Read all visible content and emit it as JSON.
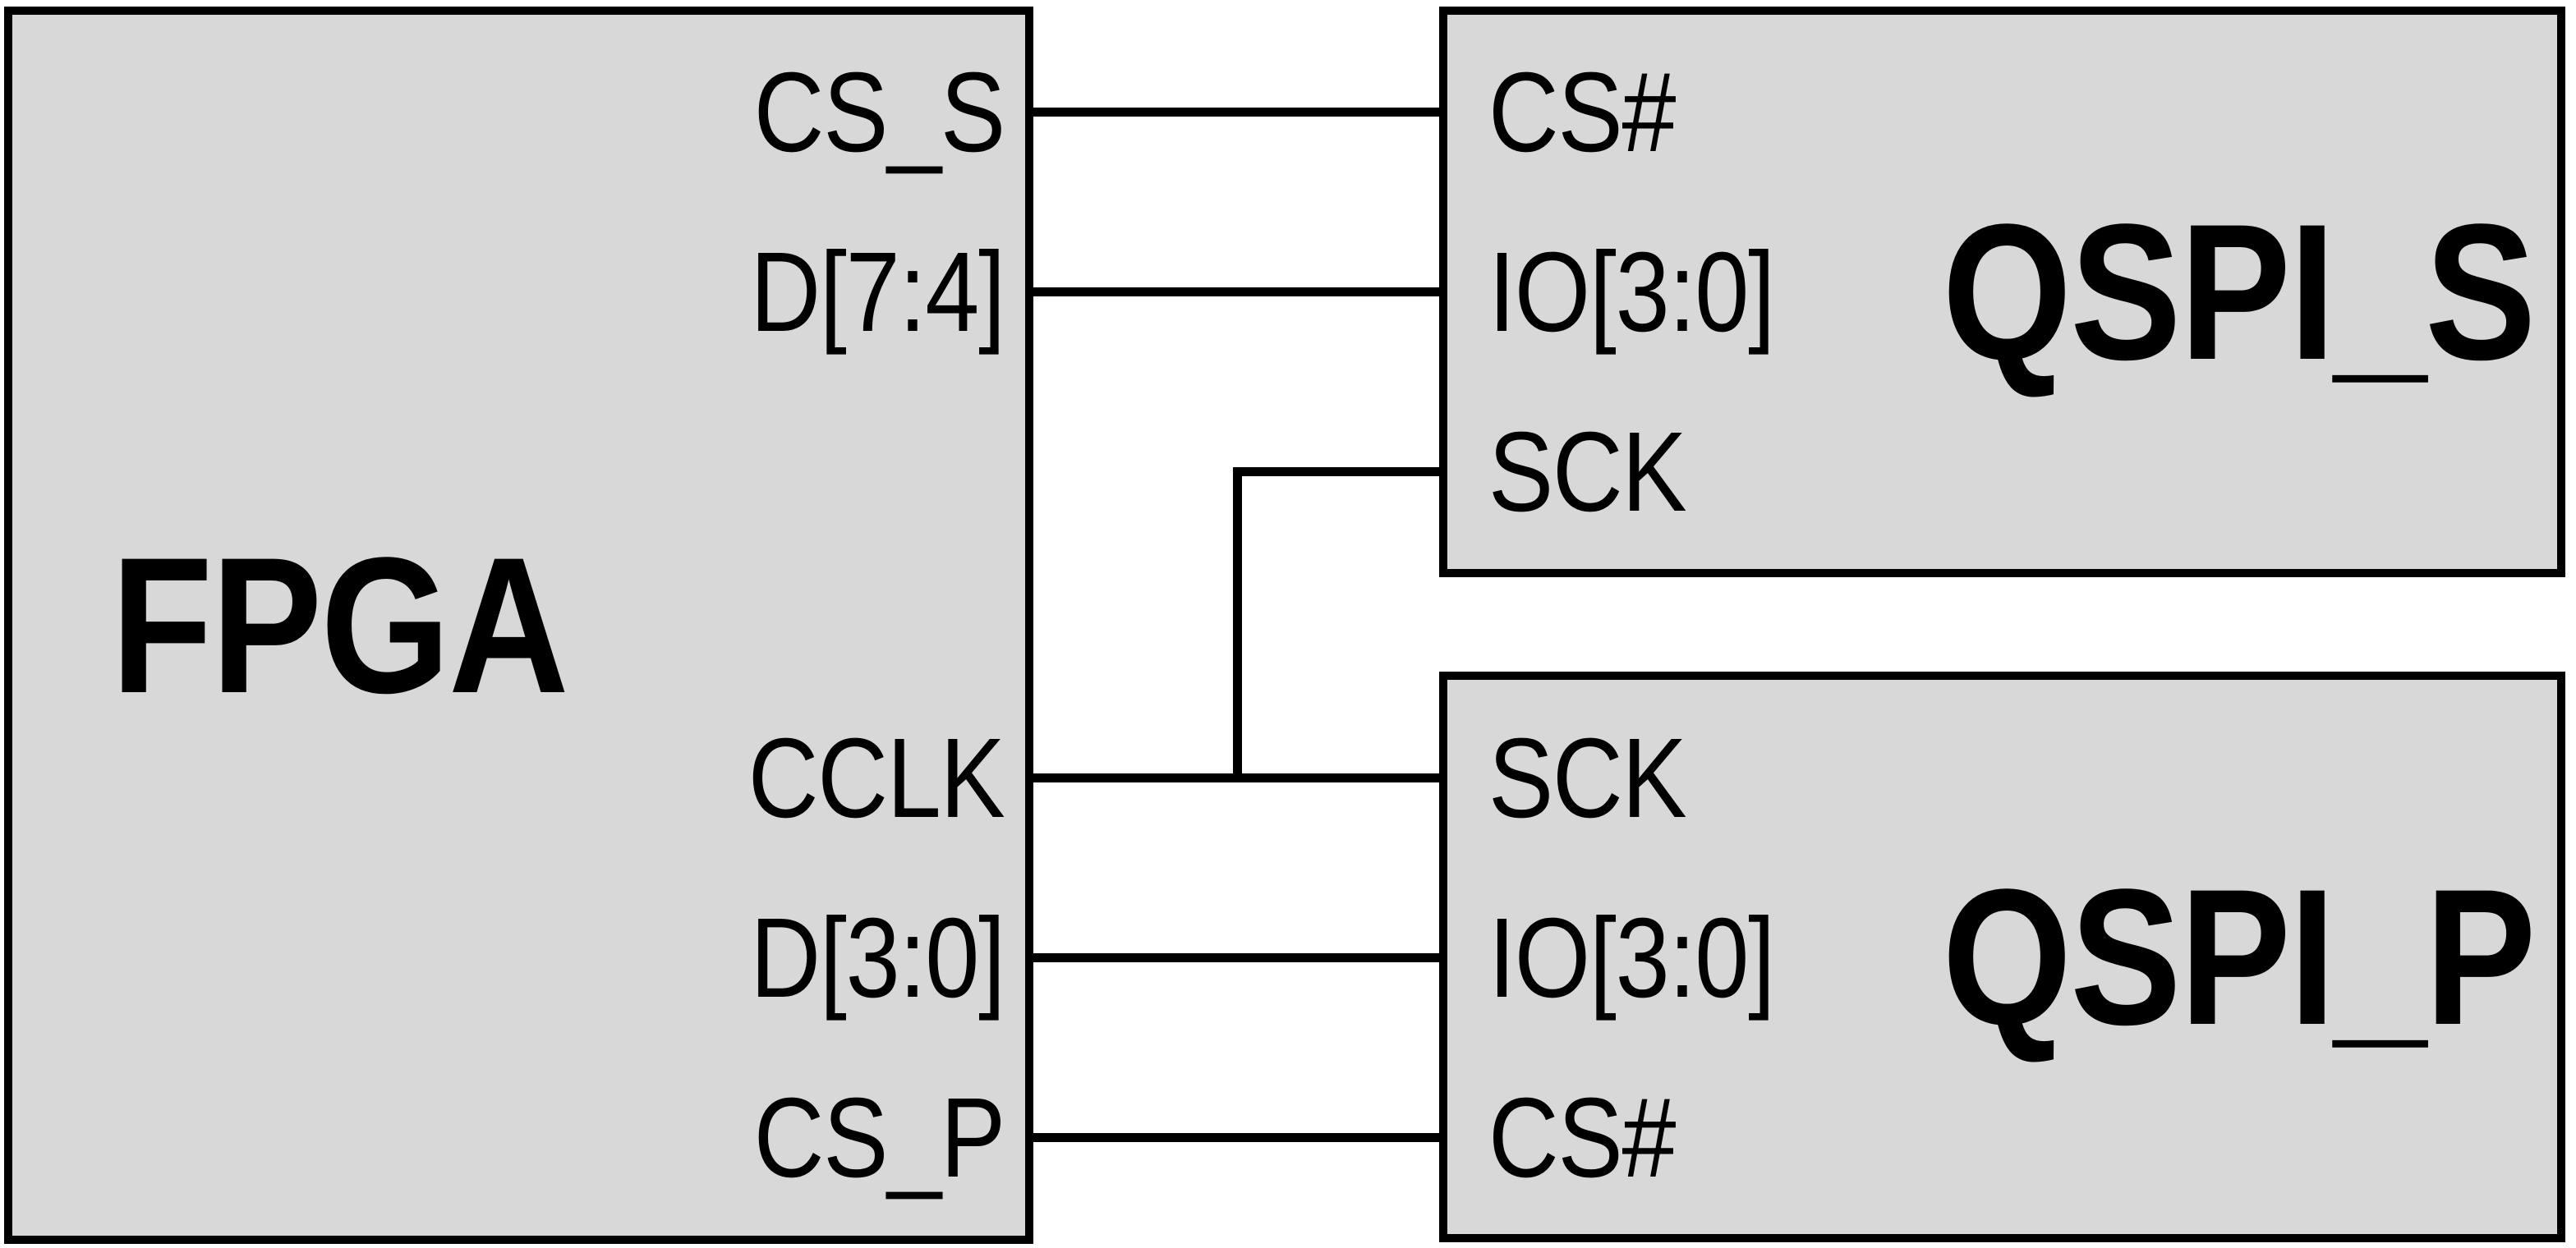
{
  "diagram": {
    "type": "block-connection-diagram",
    "description": "FPGA connected to two QSPI flash devices",
    "colors": {
      "background": "#ffffff",
      "box_fill": "#d8d8d8",
      "box_border": "#000000",
      "wire": "#000000",
      "text": "#000000"
    }
  },
  "blocks": {
    "fpga": {
      "label": "FPGA",
      "pins": {
        "cs_s": "CS_S",
        "d74": "D[7:4]",
        "cclk": "CCLK",
        "d30": "D[3:0]",
        "cs_p": "CS_P"
      }
    },
    "qspi_s": {
      "label": "QSPI_S",
      "pins": {
        "cs": "CS#",
        "io": "IO[3:0]",
        "sck": "SCK"
      }
    },
    "qspi_p": {
      "label": "QSPI_P",
      "pins": {
        "sck": "SCK",
        "io": "IO[3:0]",
        "cs": "CS#"
      }
    }
  },
  "connections": [
    {
      "from": "FPGA.CS_S",
      "to": "QSPI_S.CS#"
    },
    {
      "from": "FPGA.D[7:4]",
      "to": "QSPI_S.IO[3:0]"
    },
    {
      "from": "FPGA.CCLK",
      "to": "QSPI_S.SCK",
      "via": "branch from CCLK net"
    },
    {
      "from": "FPGA.CCLK",
      "to": "QSPI_P.SCK"
    },
    {
      "from": "FPGA.D[3:0]",
      "to": "QSPI_P.IO[3:0]"
    },
    {
      "from": "FPGA.CS_P",
      "to": "QSPI_P.CS#"
    }
  ]
}
